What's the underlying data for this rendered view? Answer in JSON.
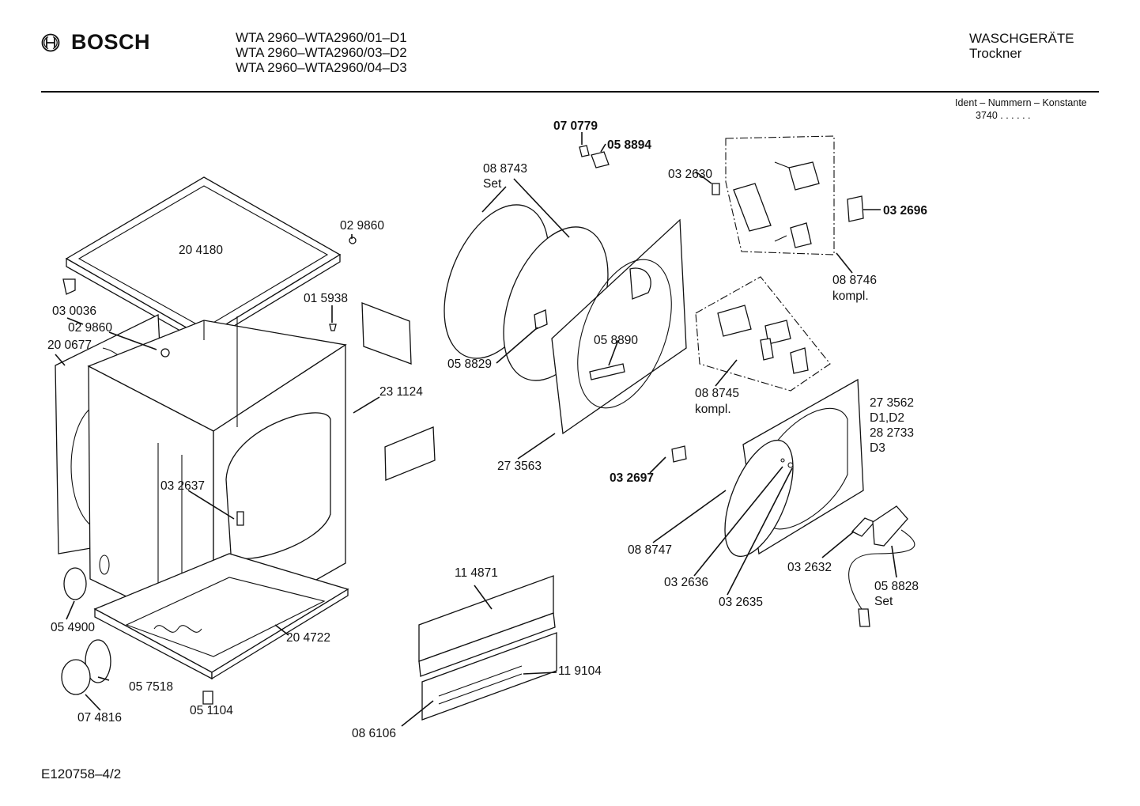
{
  "header": {
    "brand": "BOSCH",
    "models": [
      "WTA 2960–WTA2960/01–D1",
      "WTA 2960–WTA2960/03–D2",
      "WTA 2960–WTA2960/04–D3"
    ],
    "category": "WASCHGERÄTE",
    "subcategory": "Trockner",
    "ident_label": "Ident – Nummern – Konstante",
    "ident_value": "3740  .  .    .  .  .  ."
  },
  "footer": {
    "doc_id": "E120758–4/2"
  },
  "labels": {
    "p204180": "20 4180",
    "p029860a": "02 9860",
    "p030036": "03 0036",
    "p029860b": "02 9860",
    "p200677": "20 0677",
    "p015938": "01 5938",
    "p231124": "23 1124",
    "p032637": "03 2637",
    "p054900": "05 4900",
    "p057518": "05 7518",
    "p074816": "07 4816",
    "p051104": "05 1104",
    "p204722": "20 4722",
    "p070779": "07 0779",
    "p058894": "05 8894",
    "p088743": "08 8743",
    "p088743s": "Set",
    "p058829": "05 8829",
    "p058890": "05 8890",
    "p273563": "27 3563",
    "p032630": "03 2630",
    "p032696": "03 2696",
    "p088746": "08 8746",
    "p088746k": "kompl.",
    "p088745": "08 8745",
    "p088745k": "kompl.",
    "p273562": "27 3562",
    "p273562v": "D1,D2",
    "p282733": "28 2733",
    "p282733v": "D3",
    "p032697": "03 2697",
    "p088747": "08 8747",
    "p032636": "03 2636",
    "p032635": "03 2635",
    "p032632": "03 2632",
    "p058828": "05 8828",
    "p058828s": "Set",
    "p114871": "11 4871",
    "p119104": "11 9104",
    "p086106": "08 6106"
  }
}
